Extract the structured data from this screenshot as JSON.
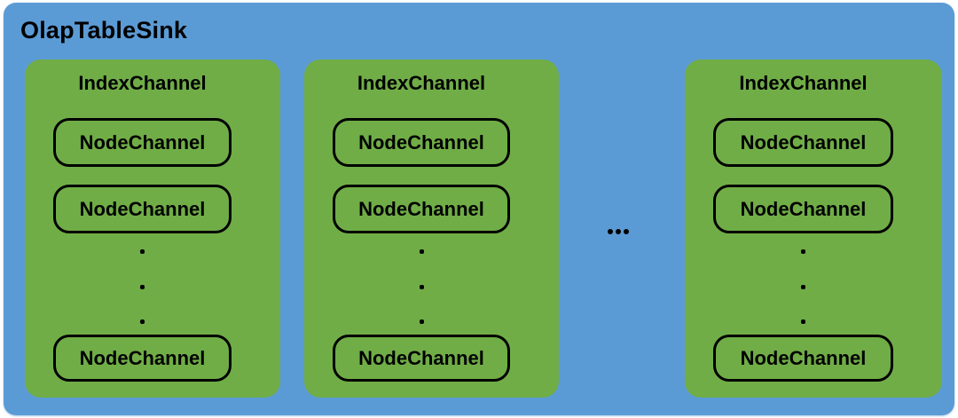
{
  "diagram": {
    "title": "OlapTableSink",
    "horizontal_ellipsis": "...",
    "vertical_ellipsis": "...",
    "colors": {
      "container_bg": "#5b9bd5",
      "group_bg": "#70ad47",
      "text": "#000000",
      "node_border": "#000000"
    },
    "columns": [
      {
        "title": "IndexChannel",
        "nodes": [
          "NodeChannel",
          "NodeChannel",
          "NodeChannel"
        ]
      },
      {
        "title": "IndexChannel",
        "nodes": [
          "NodeChannel",
          "NodeChannel",
          "NodeChannel"
        ]
      },
      {
        "title": "IndexChannel",
        "nodes": [
          "NodeChannel",
          "NodeChannel",
          "NodeChannel"
        ]
      }
    ]
  }
}
